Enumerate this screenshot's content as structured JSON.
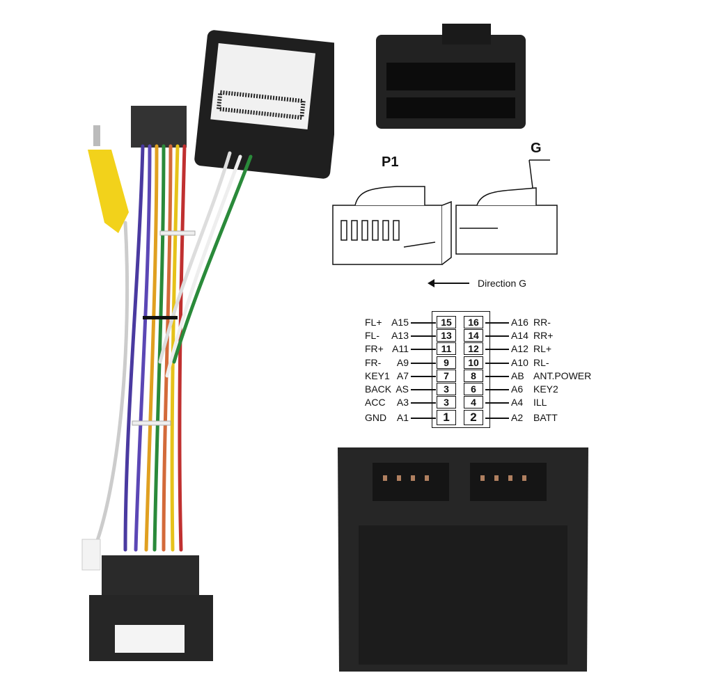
{
  "diagram": {
    "connector_labels": {
      "p1": "P1",
      "g": "G"
    },
    "direction_label": "Direction G",
    "pinout": [
      {
        "left_label": "FL+",
        "left_code": "A15",
        "left_pin": "15",
        "right_pin": "16",
        "right_code": "A16",
        "right_label": "RR-"
      },
      {
        "left_label": "FL-",
        "left_code": "A13",
        "left_pin": "13",
        "right_pin": "14",
        "right_code": "A14",
        "right_label": "RR+"
      },
      {
        "left_label": "FR+",
        "left_code": "A11",
        "left_pin": "11",
        "right_pin": "12",
        "right_code": "A12",
        "right_label": "RL+"
      },
      {
        "left_label": "FR-",
        "left_code": "A9",
        "left_pin": "9",
        "right_pin": "10",
        "right_code": "A10",
        "right_label": "RL-"
      },
      {
        "left_label": "KEY1",
        "left_code": "A7",
        "left_pin": "7",
        "right_pin": "8",
        "right_code": "AB",
        "right_label": "ANT.POWER"
      },
      {
        "left_label": "BACK",
        "left_code": "AS",
        "left_pin": "3",
        "right_pin": "6",
        "right_code": "A6",
        "right_label": "KEY2"
      },
      {
        "left_label": "ACC",
        "left_code": "A3",
        "left_pin": "3",
        "right_pin": "4",
        "right_code": "A4",
        "right_label": "ILL"
      },
      {
        "left_label": "GND",
        "left_code": "A1",
        "left_pin": "1",
        "right_pin": "2",
        "right_code": "A2",
        "right_label": "BATT"
      }
    ]
  },
  "colors": {
    "connector_black": "#2a2a2a",
    "rca_yellow": "#f2d21b",
    "background": "#ffffff"
  }
}
